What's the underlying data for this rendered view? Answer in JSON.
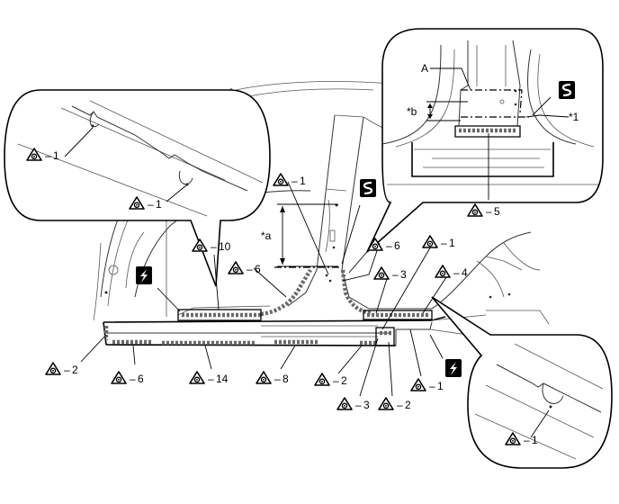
{
  "symbols": {
    "spot_weld_icon": "spot-weld-triangle-icon",
    "mig_plug_icon": "lightning-bolt-icon",
    "mig_seam_icon": "s-curve-icon"
  },
  "labels": {
    "top_left_1": "1",
    "top_left_2": "1",
    "pillar_1": "1",
    "dim_a": "*a",
    "sill_10": "10",
    "pillar_6": "6",
    "pillar_6b": "6",
    "pillar_1b": "1",
    "pillar_3": "3",
    "pillar_4": "4",
    "left_2": "2",
    "bottom_6": "6",
    "bottom_14": "14",
    "bottom_8": "8",
    "bottom_2a": "2",
    "bottom_3": "3",
    "bottom_2b": "2",
    "bottom_1": "1",
    "inset_A": "A",
    "inset_b": "*b",
    "inset_star1": "*1",
    "inset_5": "5",
    "inset_br_1": "1"
  },
  "colors": {
    "line": "#000000",
    "weld_fill": "#6a6a6a",
    "icon_bg": "#000000"
  }
}
